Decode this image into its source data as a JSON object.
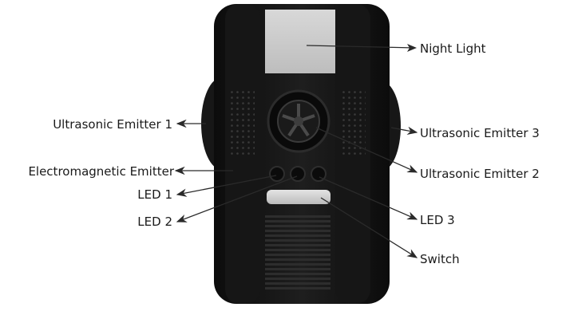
{
  "labels": {
    "night_light": "Night Light",
    "ultrasonic_emitter_1": "Ultrasonic Emitter 1",
    "ultrasonic_emitter_3": "Ultrasonic Emitter 3",
    "electromagnetic_emitter": "Electromagnetic Emitter",
    "ultrasonic_emitter_2": "Ultrasonic Emitter 2",
    "led_1": "LED 1",
    "led_2": "LED 2",
    "led_3": "LED 3",
    "switch": "Switch"
  },
  "colors": {
    "device_body": "#121212",
    "device_side": "#1c1c1c",
    "night_light_panel": "#cfcfcf",
    "switch_panel": "#d6d6d6",
    "leader_line": "#2a2a2a"
  }
}
